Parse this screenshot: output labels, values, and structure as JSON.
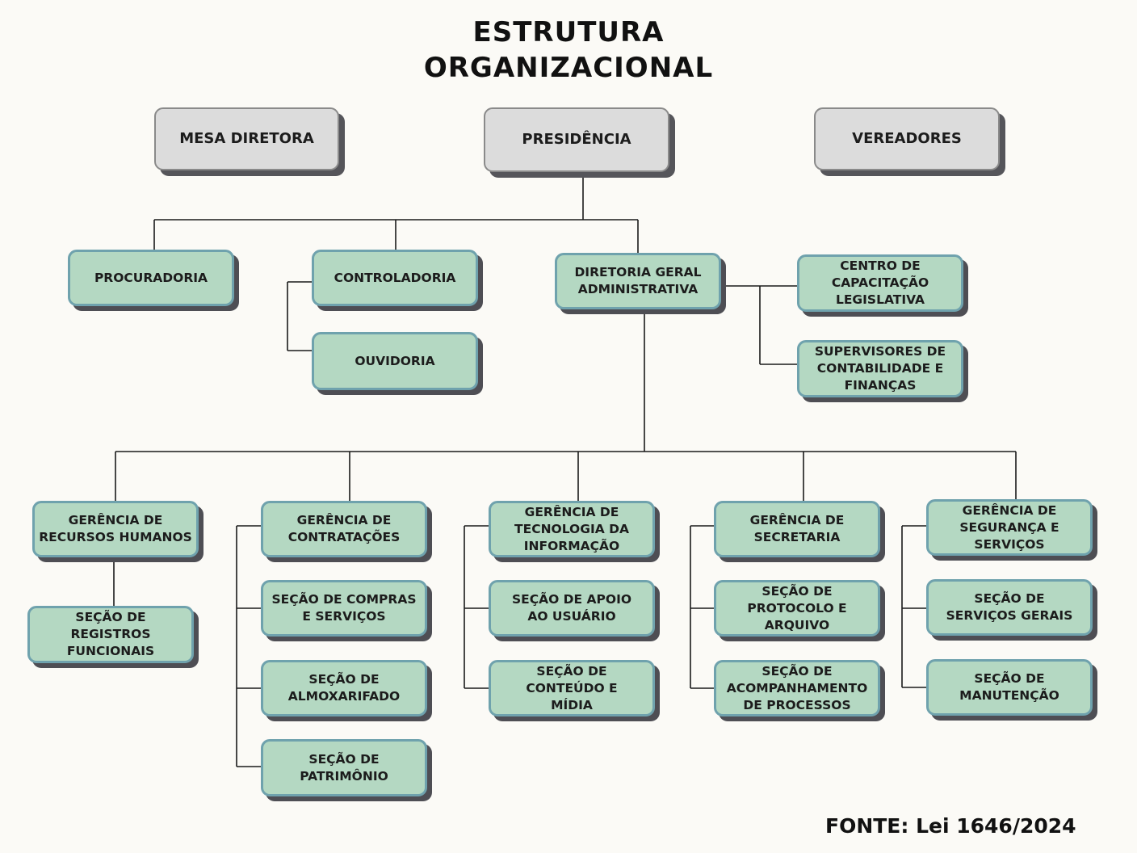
{
  "title": {
    "line1": "ESTRUTURA",
    "line2": "ORGANIZACIONAL"
  },
  "top": {
    "mesa_diretora": "MESA DIRETORA",
    "presidencia": "PRESIDÊNCIA",
    "vereadores": "VEREADORES"
  },
  "level2": {
    "procuradoria": "PROCURADORIA",
    "controladoria": "CONTROLADORIA",
    "ouvidoria": "OUVIDORIA",
    "diretoria": "DIRETORIA GERAL\nADMINISTRATIVA",
    "centro": "CENTRO DE\nCAPACITAÇÃO\nLEGISLATIVA",
    "supervisores": "SUPERVISORES DE\nCONTABILIDADE E\nFINANÇAS"
  },
  "rh": {
    "gerencia": "GERÊNCIA DE\nRECURSOS HUMANOS",
    "secoes": [
      "SEÇÃO DE\nREGISTROS\nFUNCIONAIS"
    ]
  },
  "contratacoes": {
    "gerencia": "GERÊNCIA DE\nCONTRATAÇÕES",
    "secoes": [
      "SEÇÃO DE COMPRAS\nE SERVIÇOS",
      "SEÇÃO DE\nALMOXARIFADO",
      "SEÇÃO DE\nPATRIMÔNIO"
    ]
  },
  "ti": {
    "gerencia": "GERÊNCIA DE\nTECNOLOGIA DA\nINFORMAÇÃO",
    "secoes": [
      "SEÇÃO DE APOIO\nAO USUÁRIO",
      "SEÇÃO DE\nCONTEÚDO E\nMÍDIA"
    ]
  },
  "secretaria": {
    "gerencia": "GERÊNCIA DE\nSECRETARIA",
    "secoes": [
      "SEÇÃO DE\nPROTOCOLO E\nARQUIVO",
      "SEÇÃO DE\nACOMPANHAMENTO\nDE PROCESSOS"
    ]
  },
  "seguranca": {
    "gerencia": "GERÊNCIA DE\nSEGURANÇA E\nSERVIÇOS",
    "secoes": [
      "SEÇÃO DE\nSERVIÇOS GERAIS",
      "SEÇÃO DE\nMANUTENÇÃO"
    ]
  },
  "source": "FONTE: Lei 1646/2024"
}
